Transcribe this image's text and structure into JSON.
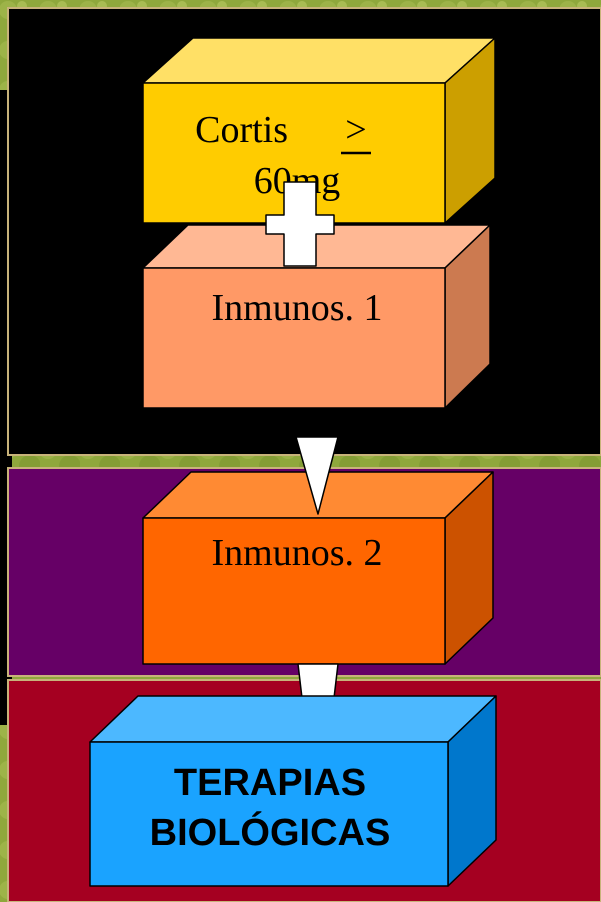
{
  "boxes": {
    "cortis": {
      "label_line1": "Cortis ",
      "label_symbol": ">",
      "label_line2": "60mg"
    },
    "inmunos1": {
      "label": "Inmunos. 1"
    },
    "inmunos2": {
      "label": "Inmunos. 2"
    },
    "terapias": {
      "label_line1": "TERAPIAS",
      "label_line2": "BIOLÓGICAS"
    }
  },
  "colors": {
    "background": "#8fa83c",
    "panel_top": "#000000",
    "panel_middle": "#660066",
    "panel_bottom": "#a50021",
    "cortis_front": "#ffcc00",
    "inmunos1_front": "#ff9966",
    "inmunos2_front": "#ff6600",
    "terapias_front": "#1aa3ff"
  }
}
